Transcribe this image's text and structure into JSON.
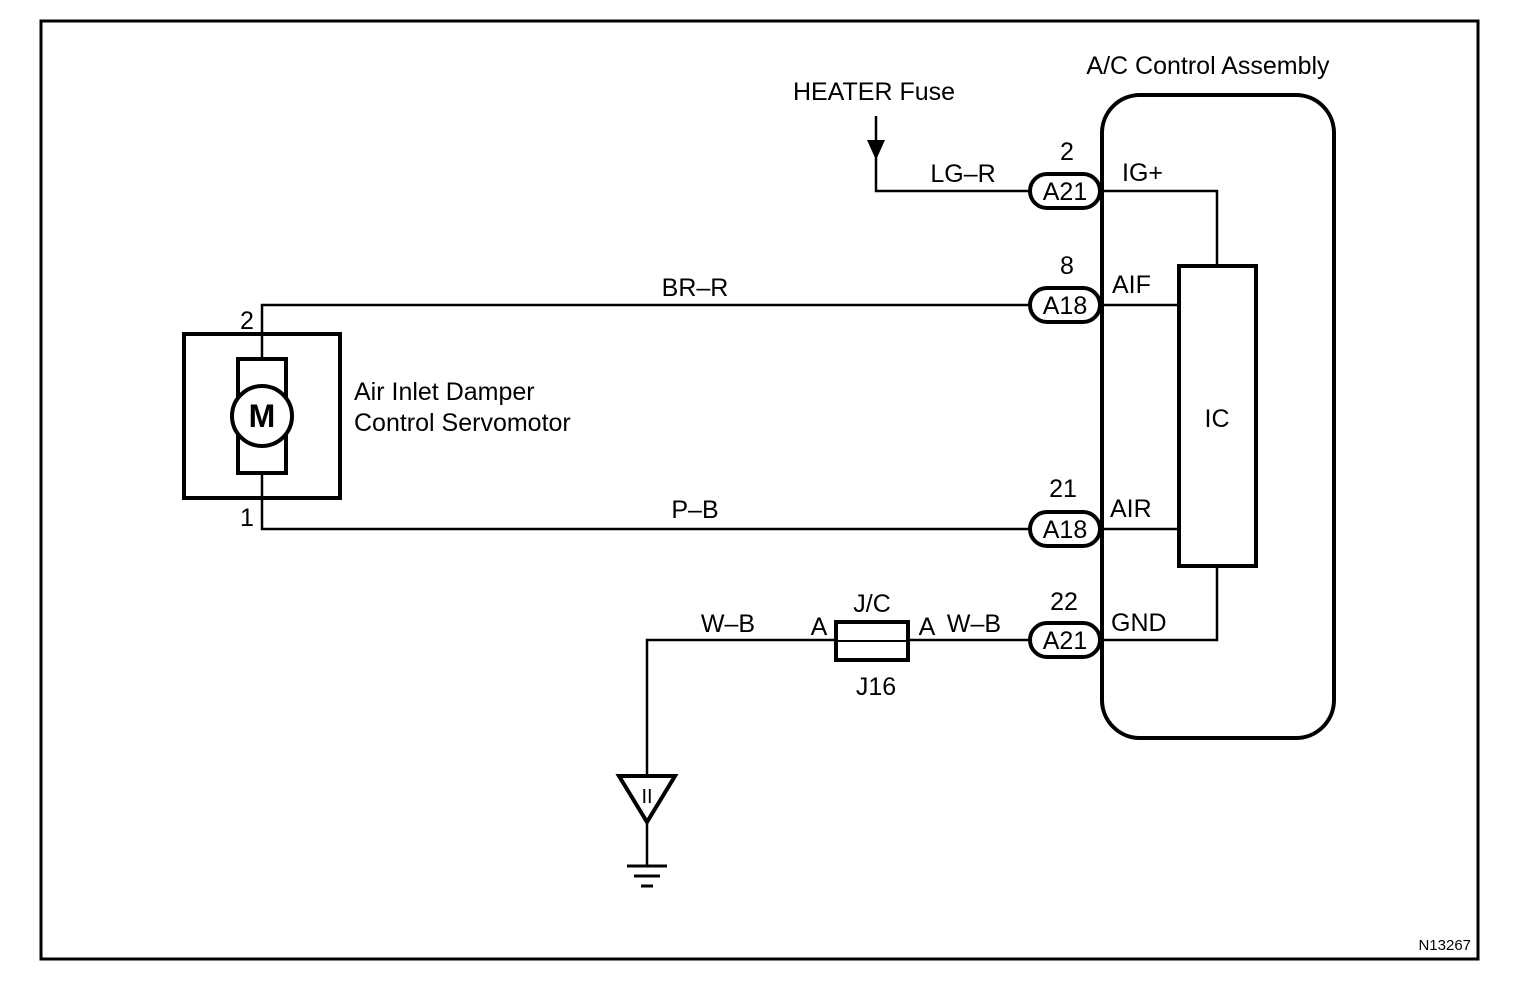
{
  "heater_fuse": {
    "label": "HEATER Fuse"
  },
  "ac_control_assembly": {
    "title": "A/C Control Assembly",
    "ic_label": "IC",
    "terminals": [
      {
        "name": "IG+",
        "pin": "2",
        "connector": "A21",
        "wire": "LG–R"
      },
      {
        "name": "AIF",
        "pin": "8",
        "connector": "A18",
        "wire": "BR–R"
      },
      {
        "name": "AIR",
        "pin": "21",
        "connector": "A18",
        "wire": "P–B"
      },
      {
        "name": "GND",
        "pin": "22",
        "connector": "A21",
        "wire": "W–B"
      }
    ]
  },
  "servomotor": {
    "label_line1": "Air Inlet Damper",
    "label_line2": "Control Servomotor",
    "symbol": "M",
    "pin_top": "2",
    "pin_bottom": "1"
  },
  "junction": {
    "name": "J/C",
    "connector": "J16",
    "pin_left": "A",
    "pin_right": "A",
    "ground_wire": "W–B"
  },
  "ground_symbol": {
    "label": "II"
  },
  "figure_code": "N13267"
}
